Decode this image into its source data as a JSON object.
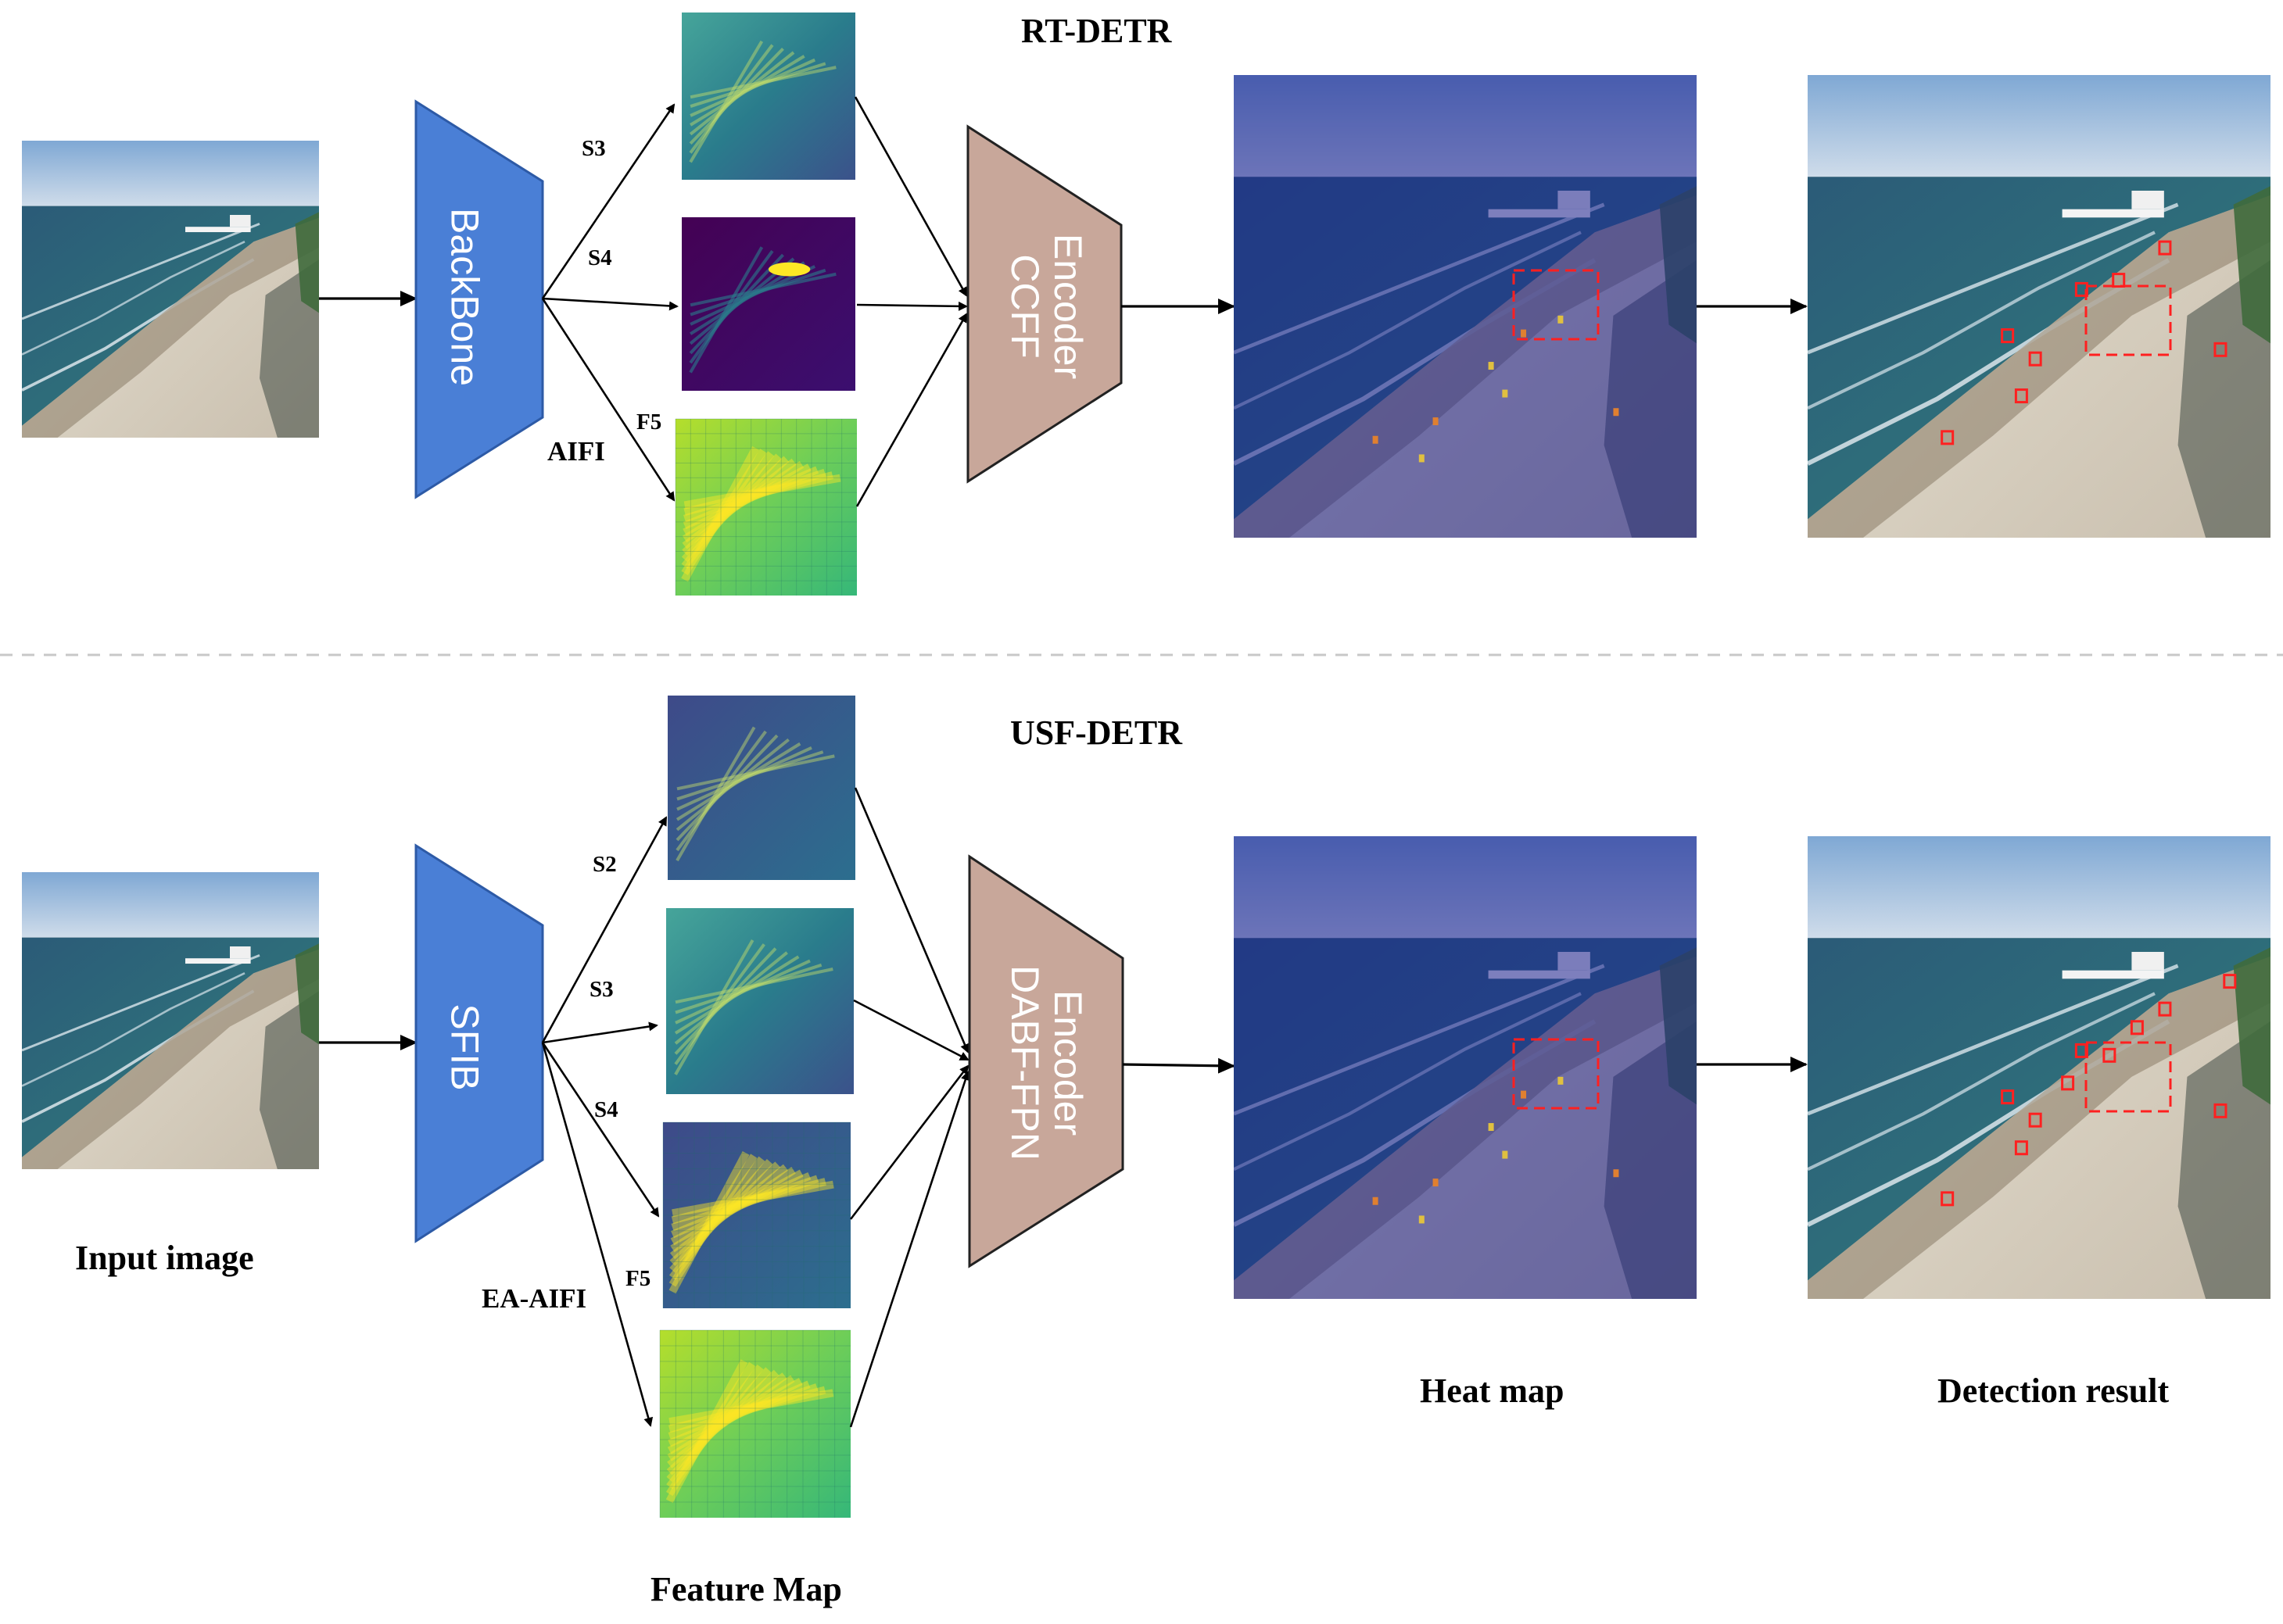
{
  "rt_detr": {
    "title": "RT-DETR",
    "backbone_label": "BackBone",
    "encoder_label_1": "Encoder",
    "encoder_label_2": "CCFF",
    "branch_labels": [
      "S3",
      "S4",
      "F5"
    ],
    "aifi_label": "AIFI"
  },
  "usf_detr": {
    "title": "USF-DETR",
    "backbone_label": "SFIB",
    "encoder_label_1": "Encoder",
    "encoder_label_2": "DABF-FPN",
    "branch_labels": [
      "S2",
      "S3",
      "S4",
      "F5"
    ],
    "aifi_label": "EA-AIFI"
  },
  "captions": {
    "input": "Input image",
    "feature": "Feature Map",
    "heat": "Heat map",
    "detection": "Detection result"
  },
  "colors": {
    "backbone_fill": "#4a7fd6",
    "encoder_fill": "#c8a79a",
    "heatmap_tint": "#1c1f8f",
    "detection_box": "#ff2020",
    "divider": "#c8c8c8"
  }
}
